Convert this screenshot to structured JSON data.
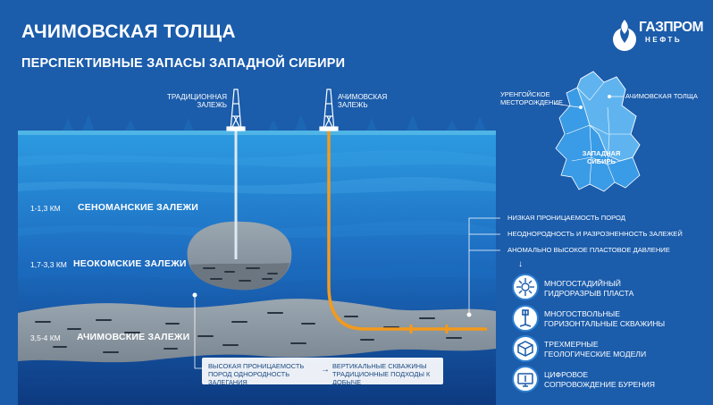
{
  "header": {
    "title": "АЧИМОВСКАЯ ТОЛЩА",
    "subtitle": "ПЕРСПЕКТИВНЫЕ ЗАПАСЫ ЗАПАДНОЙ СИБИРИ"
  },
  "logo": {
    "name": "ГАЗПРОМ",
    "sub": "НЕФТЬ"
  },
  "wells": {
    "traditional": "ТРАДИЦИОННАЯ ЗАЛЕЖЬ",
    "achimov": "АЧИМОВСКАЯ ЗАЛЕЖЬ"
  },
  "layers": [
    {
      "depth": "1-1,3 КМ",
      "name": "СЕНОМАНСКИЕ ЗАЛЕЖИ"
    },
    {
      "depth": "1,7-3,3 КМ",
      "name": "НЕОКОМСКИЕ ЗАЛЕЖИ"
    },
    {
      "depth": "3,5-4 КМ",
      "name": "АЧИМОВСКИЕ ЗАЛЕЖИ"
    }
  ],
  "map": {
    "urengoy": "УРЕНГОЙСКОЕ МЕСТОРОЖДЕНИЕ",
    "achimov": "АЧИМОВСКАЯ ТОЛЩА",
    "region": "ЗАПАДНАЯ СИБИРЬ"
  },
  "features": [
    "НИЗКАЯ ПРОНИЦАЕМОСТЬ ПОРОД",
    "НЕОДНОРОДНОСТЬ И РАЗРОЗНЕННОСТЬ ЗАЛЕЖЕЙ",
    "АНОМАЛЬНО ВЫСОКОЕ ПЛАСТОВОЕ ДАВЛЕНИЕ"
  ],
  "solutions": [
    {
      "label": "МНОГОСТАДИЙНЫЙ ГИДРОРАЗРЫВ ПЛАСТА",
      "icon": "frac-icon"
    },
    {
      "label": "МНОГОСТВОЛЬНЫЕ ГОРИЗОНТАЛЬНЫЕ СКВАЖИНЫ",
      "icon": "multilateral-well-icon"
    },
    {
      "label": "ТРЕХМЕРНЫЕ ГЕОЛОГИЧЕСКИЕ МОДЕЛИ",
      "icon": "3d-model-icon"
    },
    {
      "label": "ЦИФРОВОЕ СОПРОВОЖДЕНИЕ БУРЕНИЯ",
      "icon": "digital-drilling-icon"
    }
  ],
  "comparison": {
    "left": "ВЫСОКАЯ ПРОНИЦАЕМОСТЬ ПОРОД ОДНОРОДНОСТЬ ЗАЛЕГАНИЯ",
    "arrow": "→",
    "right": "ВЕРТИКАЛЬНЫЕ СКВАЖИНЫ ТРАДИЦИОННЫЕ ПОДХОДЫ К ДОБЫЧЕ"
  },
  "colors": {
    "background": "#1b5cab",
    "water_top": "#1f7fd0",
    "water_deep": "#0f3f85",
    "rock": "#8d99a3",
    "horizontal_well": "#f39a1c"
  }
}
